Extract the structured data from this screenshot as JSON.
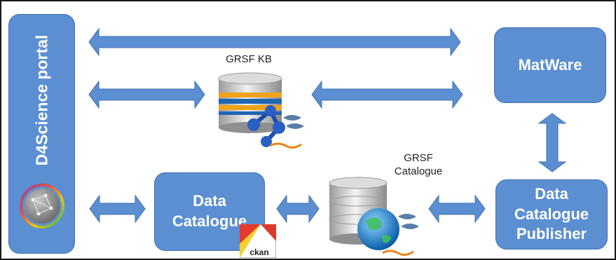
{
  "colors": {
    "node_fill": "#5b8fd1",
    "node_border": "#3f6fae",
    "arrow_fill": "#5b8fd1",
    "text_dark": "#1f1f1f",
    "text_light": "#ffffff"
  },
  "nodes": {
    "portal": {
      "label": "D4Science portal",
      "icon": "d4science-globe-icon"
    },
    "matware": {
      "label": "MatWare"
    },
    "data_catalogue": {
      "label": "Data\nCatalogue",
      "badge": "ckan"
    },
    "publisher": {
      "label": "Data\nCatalogue\nPublisher"
    }
  },
  "stores": {
    "kb": {
      "label": "GRSF KB",
      "icon": "database-graph-icon"
    },
    "catalogue": {
      "label": "GRSF\nCatalogue",
      "icon": "database-globe-icon"
    }
  },
  "connections": [
    {
      "from": "portal",
      "to": "matware",
      "direction": "both"
    },
    {
      "from": "portal",
      "to": "kb",
      "direction": "both"
    },
    {
      "from": "kb",
      "to": "matware",
      "direction": "both"
    },
    {
      "from": "matware",
      "to": "publisher",
      "direction": "both"
    },
    {
      "from": "portal",
      "to": "data_catalogue",
      "direction": "both"
    },
    {
      "from": "data_catalogue",
      "to": "catalogue",
      "direction": "both"
    },
    {
      "from": "catalogue",
      "to": "publisher",
      "direction": "both"
    }
  ]
}
